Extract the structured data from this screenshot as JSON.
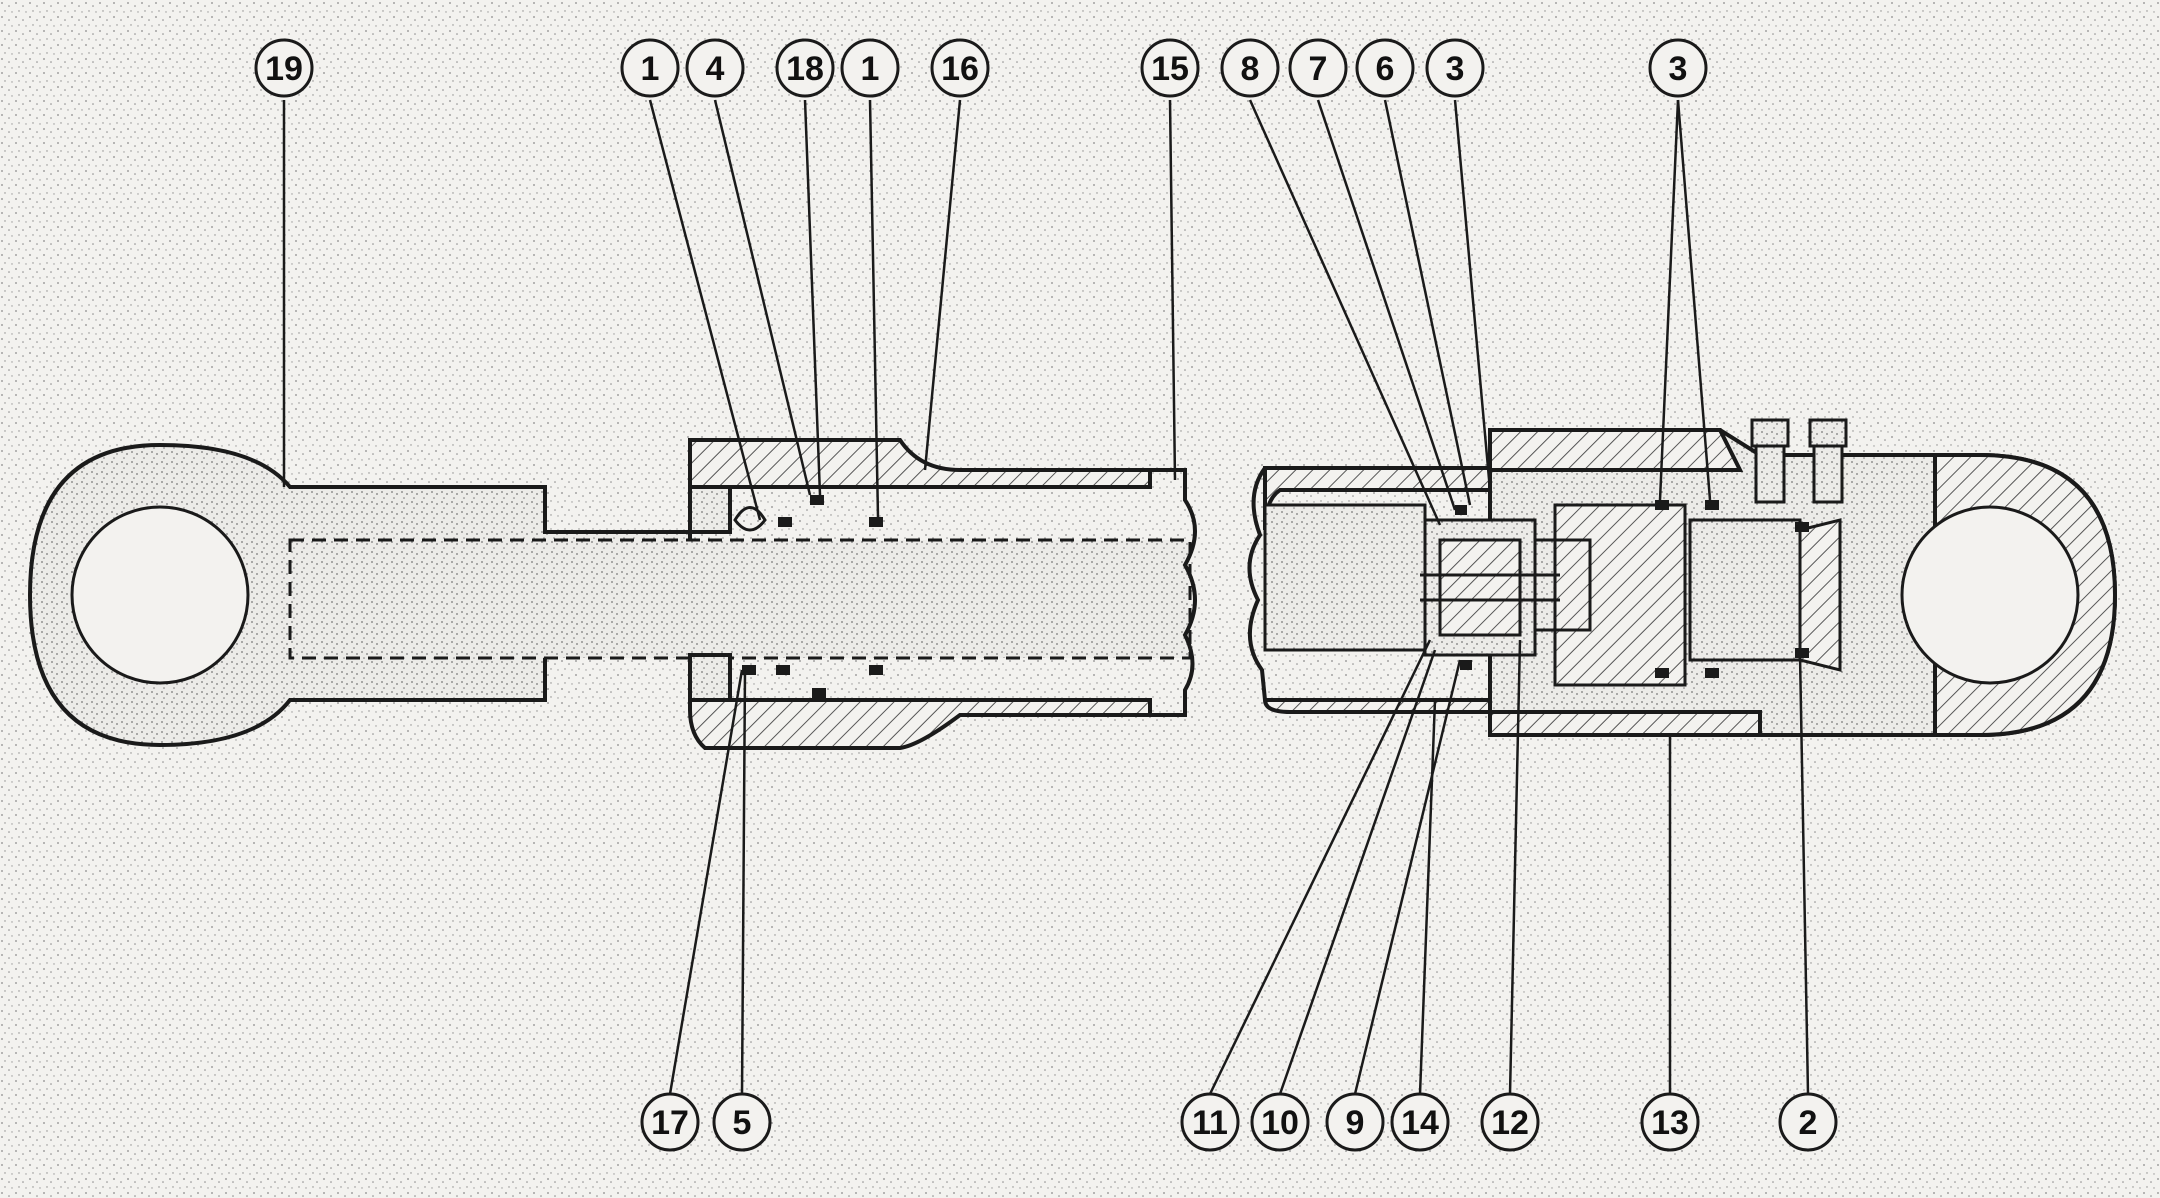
{
  "diagram": {
    "part_callouts_top": [
      "19",
      "1",
      "4",
      "18",
      "1",
      "16",
      "15",
      "8",
      "7",
      "6",
      "3",
      "3"
    ],
    "part_callouts_bottom": [
      "17",
      "5",
      "11",
      "10",
      "9",
      "14",
      "12",
      "13",
      "2"
    ]
  },
  "colors": {
    "paper": "#f3f2ef",
    "ink": "#1a1a1a",
    "stipple": "#8a8a8a",
    "hatch": "#555555"
  }
}
